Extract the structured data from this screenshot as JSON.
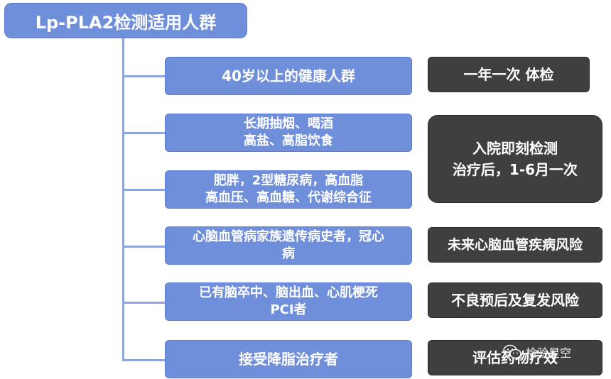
{
  "root": {
    "label": "Lp-PLA2检测适用人群"
  },
  "categories": [
    {
      "label": "40岁以上的健康人群"
    },
    {
      "label": "长期抽烟、喝酒\n高盐、高脂饮食"
    },
    {
      "label": "肥胖，2型糖尿病，高血脂\n高血压、高血糖、代谢综合征"
    },
    {
      "label": "心脑血管病家族遗传病史者，冠心\n病"
    },
    {
      "label": "已有脑卒中、脑出血、心肌梗死\nPCI者"
    },
    {
      "label": "接受降脂治疗者"
    }
  ],
  "actions": [
    {
      "label": "一年一次 体检"
    },
    {
      "label": "入院即刻检测\n治疗后，1-6月一次"
    },
    {
      "label": "未来心脑血管疾病风险"
    },
    {
      "label": "不良预后及复发风险"
    },
    {
      "label": "评估药物疗效"
    }
  ],
  "watermark": {
    "text": "检验星空",
    "icon": "wechat-icon"
  },
  "colors": {
    "category": "#6f8fdb",
    "action": "#3f3f3f",
    "connector": "#8ea5dd"
  }
}
